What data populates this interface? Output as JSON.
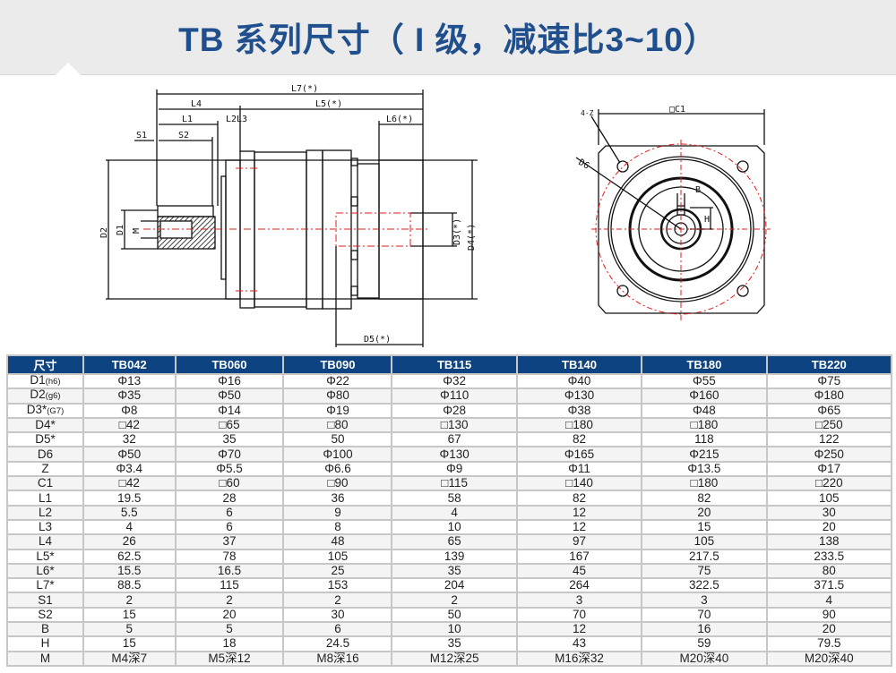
{
  "title": "TB 系列尺寸（ I 级，减速比3~10）",
  "drawing_labels": {
    "L7": "L7(*)",
    "L4": "L4",
    "L5": "L5(*)",
    "L1": "L1",
    "L2L3": "L2L3",
    "L6": "L6(*)",
    "S1": "S1",
    "S2": "S2",
    "D2": "D2",
    "D1": "D1",
    "M": "M",
    "D3": "D3(*)",
    "D4": "D4(*)",
    "D5": "D5(*)",
    "C1": "□C1",
    "Z": "4-Z",
    "D6": "D6",
    "B": "B",
    "H": "H"
  },
  "table": {
    "headers": [
      "尺寸",
      "TB042",
      "TB060",
      "TB090",
      "TB115",
      "TB140",
      "TB180",
      "TB220"
    ],
    "rows": [
      {
        "label": "D1",
        "sub": "(h6)",
        "values": [
          "Φ13",
          "Φ16",
          "Φ22",
          "Φ32",
          "Φ40",
          "Φ55",
          "Φ75"
        ]
      },
      {
        "label": "D2",
        "sub": "(g6)",
        "values": [
          "Φ35",
          "Φ50",
          "Φ80",
          "Φ110",
          "Φ130",
          "Φ160",
          "Φ180"
        ]
      },
      {
        "label": "D3*",
        "sub": "(G7)",
        "values": [
          "Φ8",
          "Φ14",
          "Φ19",
          "Φ28",
          "Φ38",
          "Φ48",
          "Φ65"
        ]
      },
      {
        "label": "D4*",
        "sub": "",
        "values": [
          "□42",
          "□65",
          "□80",
          "□130",
          "□180",
          "□180",
          "□250"
        ]
      },
      {
        "label": "D5*",
        "sub": "",
        "values": [
          "32",
          "35",
          "50",
          "67",
          "82",
          "118",
          "122"
        ]
      },
      {
        "label": "D6",
        "sub": "",
        "values": [
          "Φ50",
          "Φ70",
          "Φ100",
          "Φ130",
          "Φ165",
          "Φ215",
          "Φ250"
        ]
      },
      {
        "label": "Z",
        "sub": "",
        "values": [
          "Φ3.4",
          "Φ5.5",
          "Φ6.6",
          "Φ9",
          "Φ11",
          "Φ13.5",
          "Φ17"
        ]
      },
      {
        "label": "C1",
        "sub": "",
        "values": [
          "□42",
          "□60",
          "□90",
          "□115",
          "□140",
          "□180",
          "□220"
        ]
      },
      {
        "label": "L1",
        "sub": "",
        "values": [
          "19.5",
          "28",
          "36",
          "58",
          "82",
          "82",
          "105"
        ]
      },
      {
        "label": "L2",
        "sub": "",
        "values": [
          "5.5",
          "6",
          "9",
          "4",
          "12",
          "20",
          "30"
        ]
      },
      {
        "label": "L3",
        "sub": "",
        "values": [
          "4",
          "6",
          "8",
          "10",
          "12",
          "15",
          "20"
        ]
      },
      {
        "label": "L4",
        "sub": "",
        "values": [
          "26",
          "37",
          "48",
          "65",
          "97",
          "105",
          "138"
        ]
      },
      {
        "label": "L5*",
        "sub": "",
        "values": [
          "62.5",
          "78",
          "105",
          "139",
          "167",
          "217.5",
          "233.5"
        ]
      },
      {
        "label": "L6*",
        "sub": "",
        "values": [
          "15.5",
          "16.5",
          "25",
          "35",
          "45",
          "75",
          "80"
        ]
      },
      {
        "label": "L7*",
        "sub": "",
        "values": [
          "88.5",
          "115",
          "153",
          "204",
          "264",
          "322.5",
          "371.5"
        ]
      },
      {
        "label": "S1",
        "sub": "",
        "values": [
          "2",
          "2",
          "2",
          "2",
          "3",
          "3",
          "4"
        ]
      },
      {
        "label": "S2",
        "sub": "",
        "values": [
          "15",
          "20",
          "30",
          "50",
          "70",
          "70",
          "90"
        ]
      },
      {
        "label": "B",
        "sub": "",
        "values": [
          "5",
          "5",
          "6",
          "10",
          "12",
          "16",
          "20"
        ]
      },
      {
        "label": "H",
        "sub": "",
        "values": [
          "15",
          "18",
          "24.5",
          "35",
          "43",
          "59",
          "79.5"
        ]
      },
      {
        "label": "M",
        "sub": "",
        "values": [
          "M4深7",
          "M5深12",
          "M8深16",
          "M12深25",
          "M16深32",
          "M20深40",
          "M20深40"
        ]
      }
    ]
  }
}
